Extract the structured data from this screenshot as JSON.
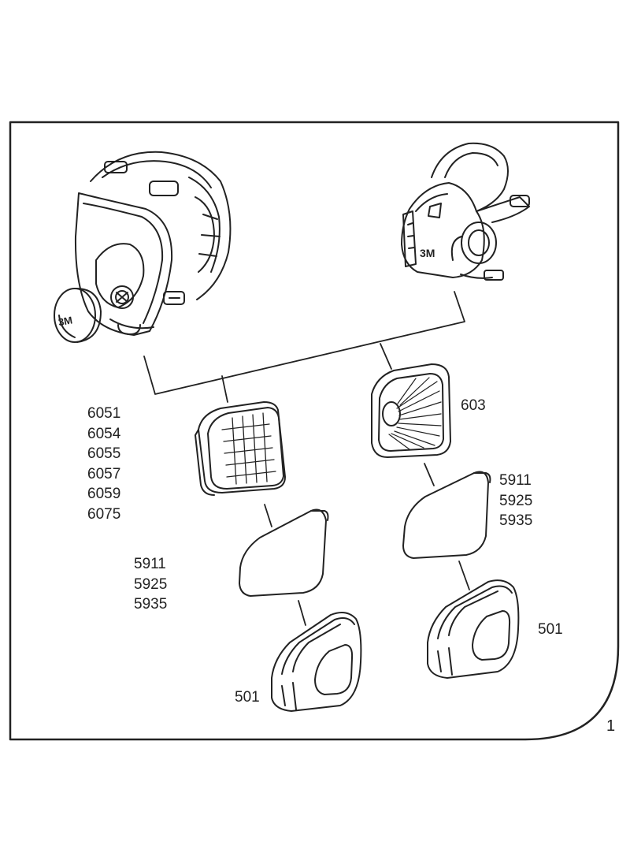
{
  "brand": {
    "logo_text": "3M"
  },
  "colors": {
    "line": "#222222",
    "background": "#ffffff"
  },
  "labels": {
    "gas_cartridge_codes": [
      "6051",
      "6054",
      "6055",
      "6057",
      "6059",
      "6075"
    ],
    "disc_cartridge_code": "603",
    "filter_codes_left": [
      "5911",
      "5925",
      "5935"
    ],
    "filter_codes_right": [
      "5911",
      "5925",
      "5935"
    ],
    "retainer_left": "501",
    "retainer_right": "501"
  },
  "page_number": "1"
}
